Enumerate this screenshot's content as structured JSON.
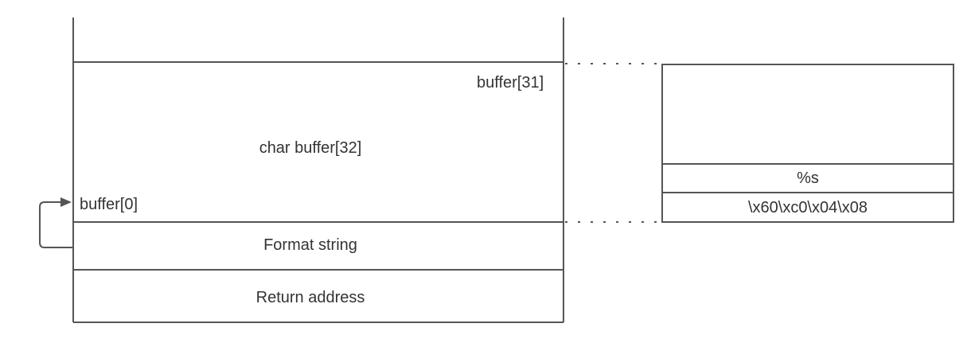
{
  "stack": {
    "buffer_high_label": "buffer[31]",
    "buffer_label": "char buffer[32]",
    "buffer_low_label": "buffer[0]",
    "format_string_label": "Format string",
    "return_address_label": "Return address"
  },
  "payload": {
    "format_spec": "%s",
    "address_bytes": "\\x60\\xc0\\x04\\x08"
  },
  "colors": {
    "line": "#555555",
    "text": "#333333"
  }
}
